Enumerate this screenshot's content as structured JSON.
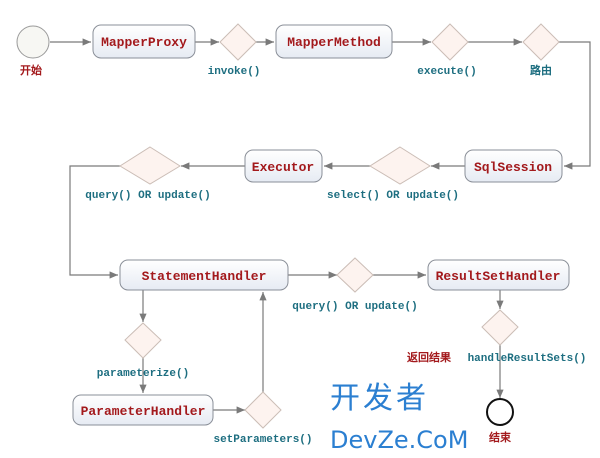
{
  "nodes": {
    "start": "开始",
    "mapper_proxy": "MapperProxy",
    "mapper_method": "MapperMethod",
    "sql_session": "SqlSession",
    "executor": "Executor",
    "statement_handler": "StatementHandler",
    "result_set_handler": "ResultSetHandler",
    "parameter_handler": "ParameterHandler",
    "end": "结束"
  },
  "labels": {
    "invoke": "invoke()",
    "execute": "execute()",
    "route": "路由",
    "select_or_update": "select() OR update()",
    "query_or_update_1": "query() OR update()",
    "query_or_update_2": "query() OR update()",
    "return_result": "返回结果",
    "handle_result_sets": "handleResultSets()",
    "parameterize": "parameterize()",
    "set_parameters": "setParameters()"
  },
  "watermark": {
    "line1": "开发者",
    "line2": "DevZe.CoM"
  },
  "colors": {
    "node_text": "#a3191c",
    "label_text": "#1d6e80",
    "watermark": "#2b7fd1"
  }
}
